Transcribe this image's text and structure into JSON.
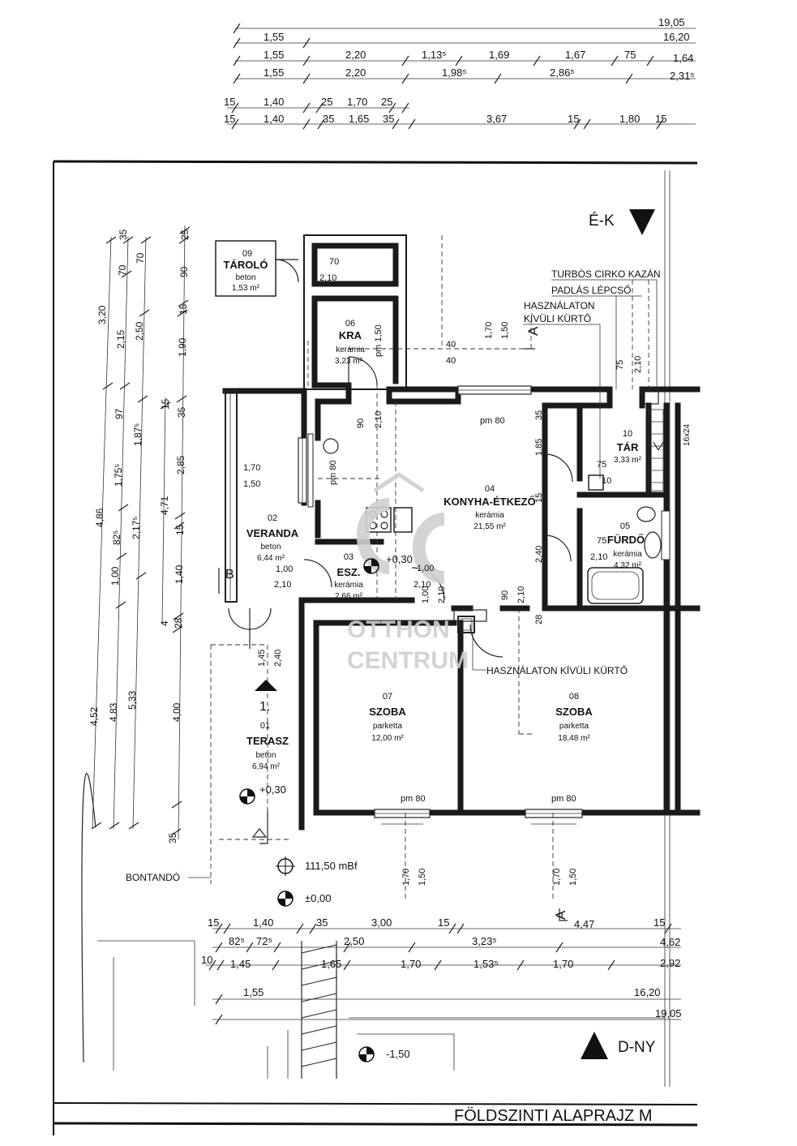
{
  "colors": {
    "ink": "#111111",
    "watermark": "#cfcfcf",
    "paper": "#ffffff"
  },
  "title": "FÖLDSZINTI ALAPRAJZ M",
  "orientation": {
    "north_east": "É-K",
    "south_west": "D-NY"
  },
  "watermark": {
    "brand": "OTTHON",
    "brand2": "CENTRUM"
  },
  "section_marks": {
    "a_top": "A",
    "a_bottom": "A",
    "b": "B"
  },
  "entrance_number": "1.",
  "rooms": [
    {
      "num": "01",
      "name": "TERASZ",
      "material": "beton",
      "area": "6,94 m²"
    },
    {
      "num": "02",
      "name": "VERANDA",
      "material": "beton",
      "area": "6,44 m²"
    },
    {
      "num": "03",
      "name": "ESZ.",
      "material": "kerámia",
      "area": "2,66 m²"
    },
    {
      "num": "04",
      "name": "KONYHA-ÉTKEZŐ",
      "material": "kerámia",
      "area": "21,55 m²"
    },
    {
      "num": "05",
      "name": "FÜRDŐ",
      "material": "kerámia",
      "area": "4,32 m²"
    },
    {
      "num": "06",
      "name": "KRA",
      "material": "kerámia",
      "area": "3,23 m²"
    },
    {
      "num": "07",
      "name": "SZOBA",
      "material": "parketta",
      "area": "12,00 m²"
    },
    {
      "num": "08",
      "name": "SZOBA",
      "material": "parketta",
      "area": "18,48 m²"
    },
    {
      "num": "09",
      "name": "TÁROLÓ",
      "material": "beton",
      "area": "1,53 m²"
    },
    {
      "num": "10",
      "name": "TÁR",
      "material": "",
      "area": "3,33 m²"
    }
  ],
  "notes": {
    "boiler": "TURBÓS CIRKO KAZÁN",
    "attic_stair": "PADLÁS LÉPCSŐ",
    "chimney_top1": "HASZNÁLATON",
    "chimney_top2": "KÍVÜLI KÜRTŐ",
    "chimney_mid": "HASZNÁLATON KÍVÜLI KÜRTŐ",
    "demolish": "BONTANDÓ",
    "tile": "16x24"
  },
  "levels": {
    "ref": "111,50 mBf",
    "zero": "±0,00",
    "terrace": "+0,30",
    "hall": "+0,30",
    "basement": "-1,50"
  },
  "top_dims": {
    "r1": [
      "19,05"
    ],
    "r2": [
      "1,55",
      "16,20"
    ],
    "r3": [
      "1,55",
      "2,20",
      "1,13⁵",
      "1,69",
      "1,67",
      "75",
      "1,64"
    ],
    "r4": [
      "1,55",
      "2,20",
      "1,98⁵",
      "2,86⁵",
      "2,31⁵"
    ],
    "r5": [
      "15",
      "1,40",
      "25",
      "1,70",
      "25"
    ],
    "r6": [
      "15",
      "1,40",
      "35",
      "1,65",
      "35",
      "3,67",
      "15",
      "1,80",
      "15"
    ]
  },
  "bottom_dims": {
    "r1": [
      "15",
      "1,40",
      "35",
      "3,00",
      "15",
      "4,47",
      "15"
    ],
    "r2": [
      "82⁵",
      "72⁵",
      "2,50",
      "3,23⁵",
      "4,62"
    ],
    "r3": [
      "10",
      "1,45",
      "1,65",
      "1,70",
      "1,53⁵",
      "1,70",
      "2,92"
    ],
    "r4": [
      "1,55",
      "16,20"
    ],
    "r5": [
      "19,05"
    ]
  },
  "left_dims": {
    "c1": [
      "3,20",
      "4,86",
      "4,52"
    ],
    "c2": [
      "35",
      "70",
      "2,15",
      "97",
      "1,75⁵",
      "82⁵",
      "1,00",
      "4,83"
    ],
    "c3": [
      "70",
      "2,50",
      "1,87⁵",
      "2,17⁵",
      "5,33"
    ],
    "c4": [
      "25",
      "90",
      "15",
      "1,90",
      "35",
      "2,85",
      "4,71",
      "15",
      "1,40",
      "28",
      "4",
      "4,00",
      "35",
      "15"
    ]
  },
  "openings": {
    "d_70": "70",
    "d_210": "2,10",
    "d_150": "pm 1,50",
    "d_40a": "40",
    "d_40b": "40",
    "w_170": "1,70",
    "w_150": "1,50",
    "d_75": "75",
    "pm80": "pm 80",
    "d_90": "90",
    "d_35": "35",
    "v_170": "1,70",
    "v_150": "1,50",
    "pm80v": "pm 80",
    "d_185": "1,85",
    "d_15": "15",
    "d_240": "2,40",
    "d_100": "1,00",
    "d_100b": "1,00",
    "d_145": "1,45",
    "d_240b": "2,40",
    "d_28": "28",
    "d_75b": "75",
    "d_10": "10",
    "b_170": "1,70",
    "b_150": "1,50"
  }
}
